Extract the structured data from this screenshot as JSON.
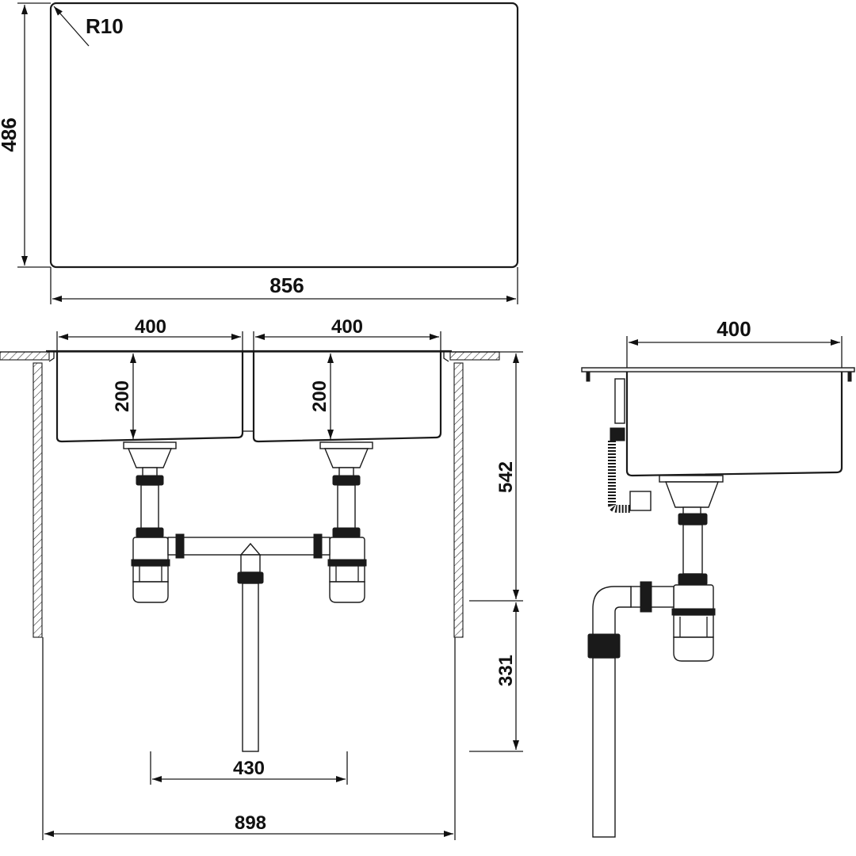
{
  "top_view": {
    "corner_radius_label": "R10",
    "height_label": "486",
    "width_label": "856"
  },
  "front_view": {
    "left_bowl_width_label": "400",
    "right_bowl_width_label": "400",
    "left_bowl_depth_label": "200",
    "right_bowl_depth_label": "200",
    "cabinet_height_label": "542",
    "drain_height_label": "331",
    "outlet_spacing_label": "430",
    "cabinet_width_label": "898"
  },
  "side_view": {
    "bowl_width_label": "400"
  }
}
